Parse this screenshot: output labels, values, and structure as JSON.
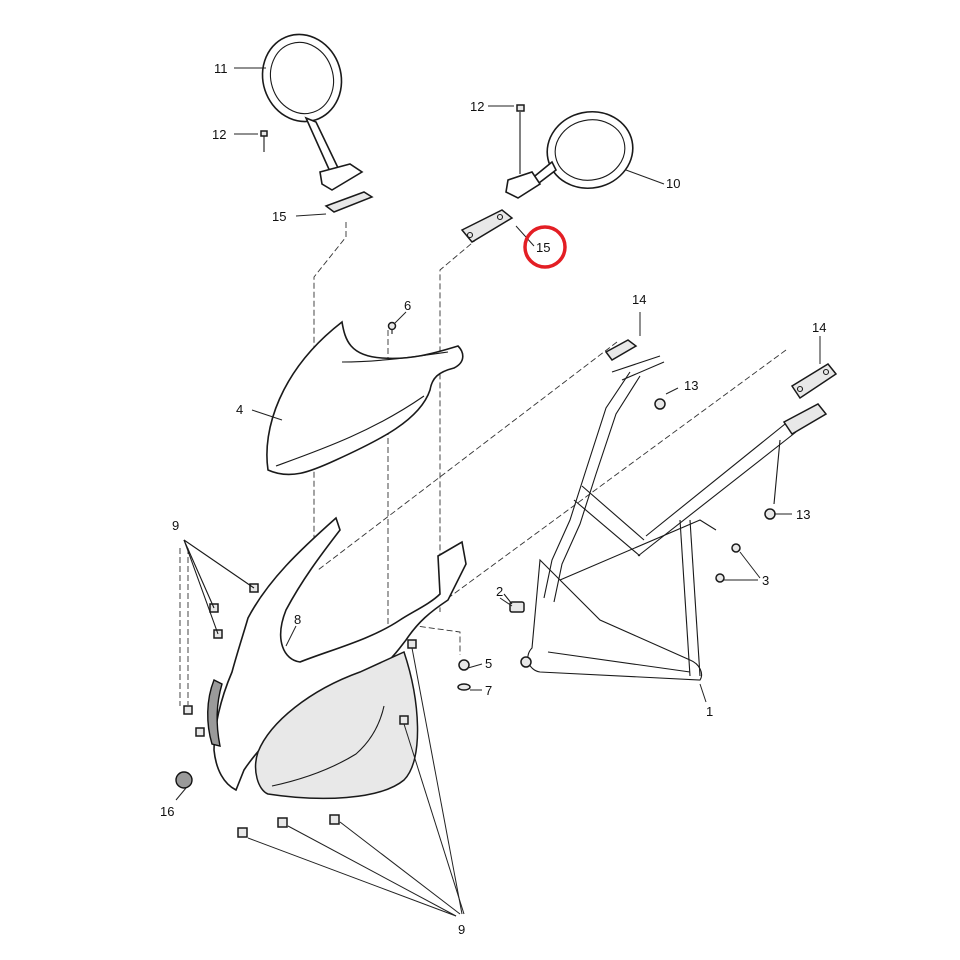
{
  "labels": {
    "l1": "1",
    "l2": "2",
    "l3": "3",
    "l4": "4",
    "l5": "5",
    "l6": "6",
    "l7": "7",
    "l8": "8",
    "l9a": "9",
    "l9b": "9",
    "l10": "10",
    "l11": "11",
    "l12a": "12",
    "l12b": "12",
    "l13a": "13",
    "l13b": "13",
    "l14a": "14",
    "l14b": "14",
    "l15a": "15",
    "l15b": "15",
    "l16": "16"
  },
  "highlight": {
    "label": "15",
    "color": "#e31e24"
  }
}
